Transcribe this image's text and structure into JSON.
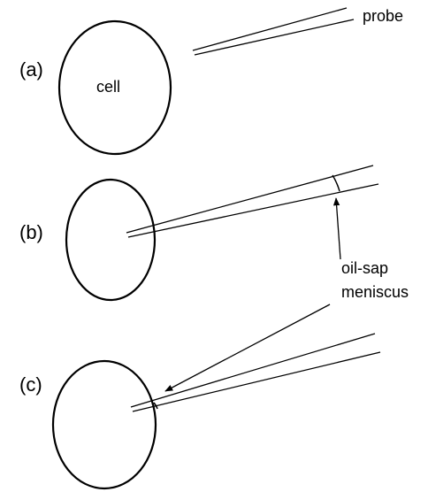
{
  "figure": {
    "panels": [
      {
        "label": "(a)",
        "cell_label": "cell",
        "probe_label": "probe"
      },
      {
        "label": "(b)"
      },
      {
        "label": "(c)"
      }
    ],
    "meniscus_label": {
      "line1": "oil-sap",
      "line2": "meniscus"
    },
    "colors": {
      "ink": "#000000",
      "background": "#ffffff"
    }
  }
}
